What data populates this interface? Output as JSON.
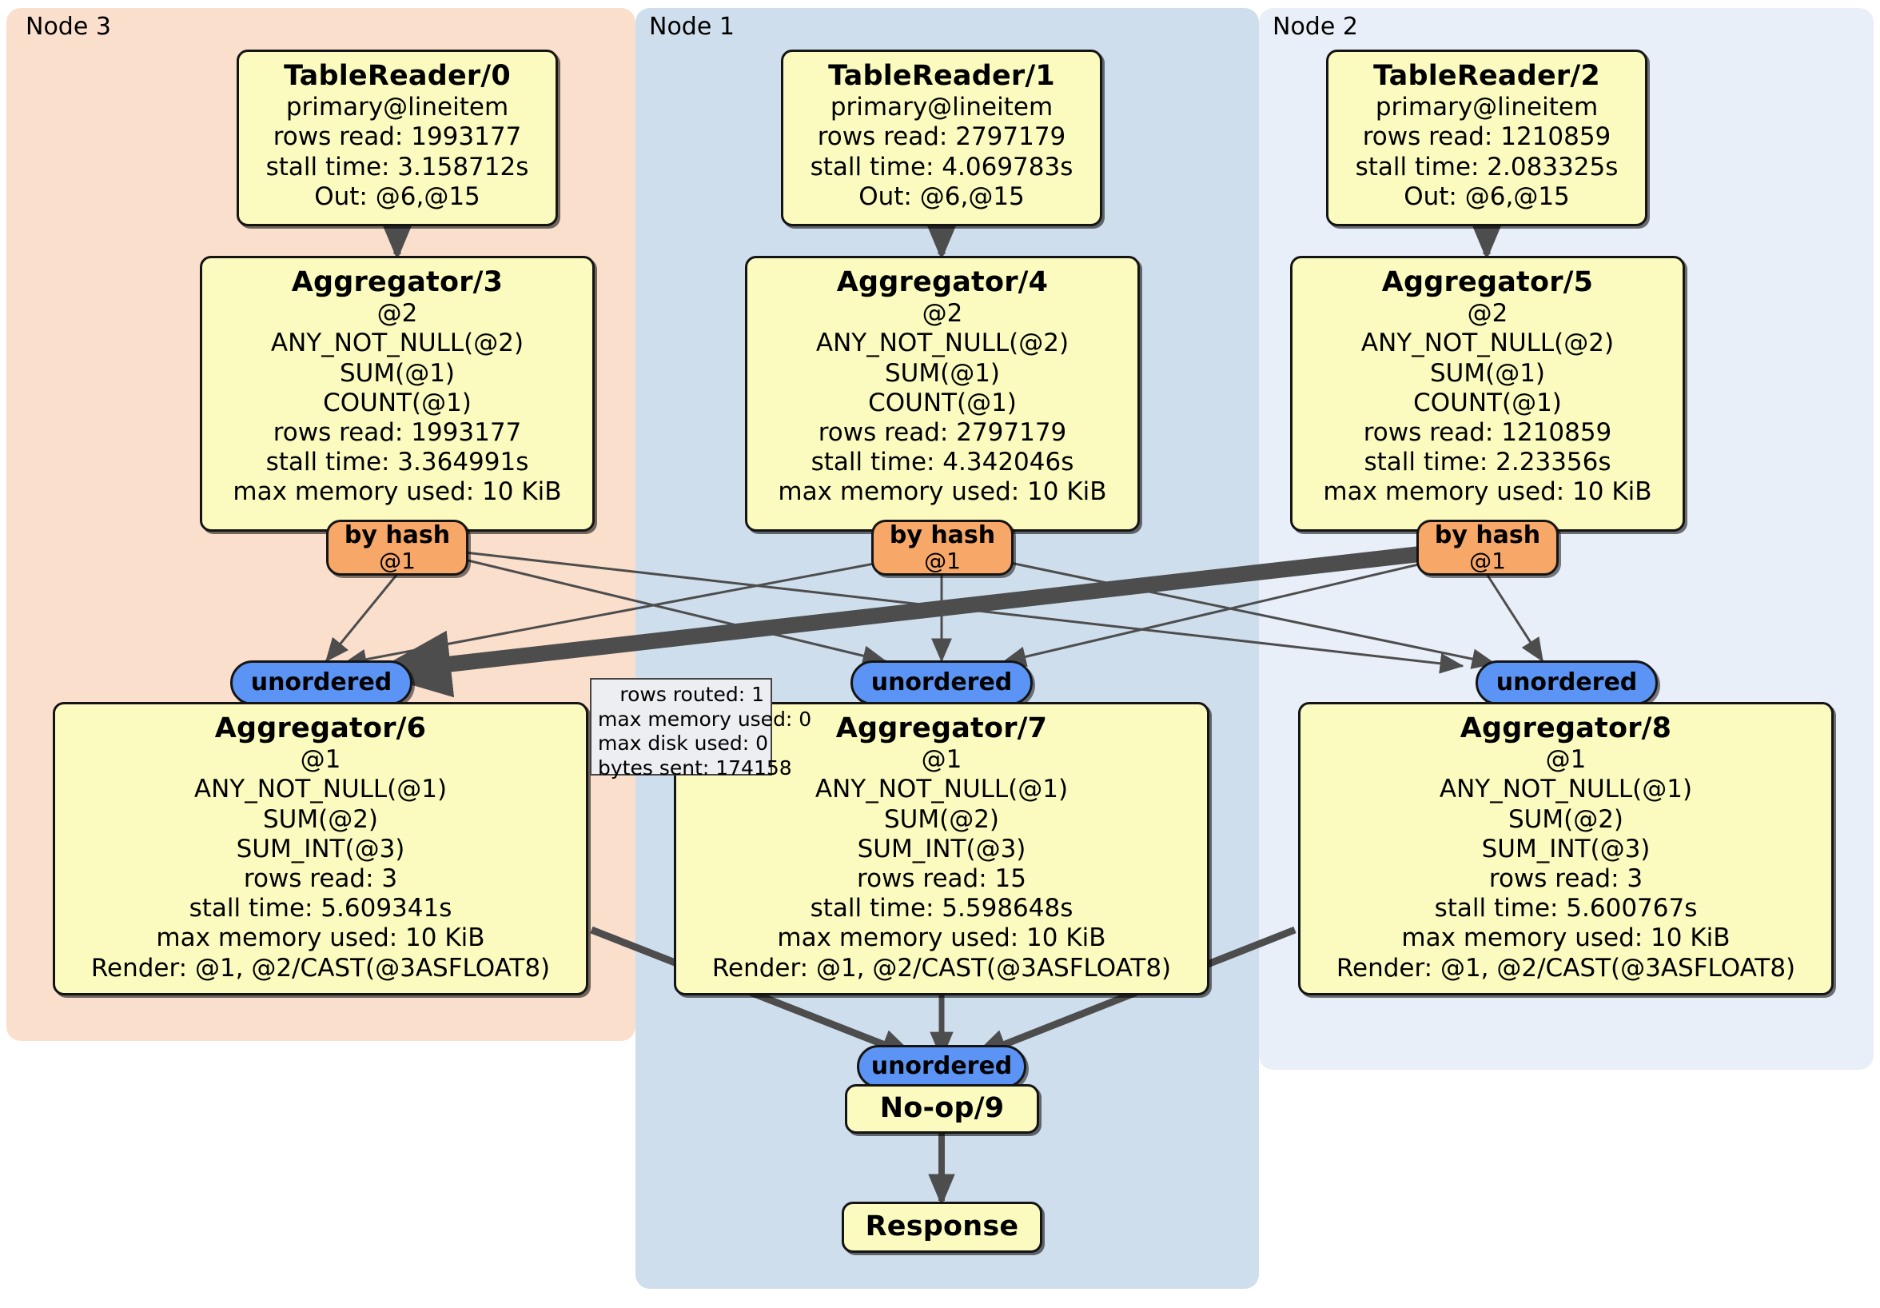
{
  "diagram": {
    "kind": "distributed-query-execution-plan",
    "clusters": [
      {
        "id": "node3",
        "label": "Node 3",
        "color": "#fbdfcd"
      },
      {
        "id": "node1",
        "label": "Node 1",
        "color": "#cfdeed"
      },
      {
        "id": "node2",
        "label": "Node 2",
        "color": "#e9eff9"
      }
    ]
  },
  "nodes": {
    "tablereader0": {
      "title": "TableReader/0",
      "lines": [
        "primary@lineitem",
        "rows read: 1993177",
        "stall time: 3.158712s",
        "Out: @6,@15"
      ]
    },
    "tablereader1": {
      "title": "TableReader/1",
      "lines": [
        "primary@lineitem",
        "rows read: 2797179",
        "stall time: 4.069783s",
        "Out: @6,@15"
      ]
    },
    "tablereader2": {
      "title": "TableReader/2",
      "lines": [
        "primary@lineitem",
        "rows read: 1210859",
        "stall time: 2.083325s",
        "Out: @6,@15"
      ]
    },
    "aggregator3": {
      "title": "Aggregator/3",
      "lines": [
        "@2",
        "ANY_NOT_NULL(@2)",
        "SUM(@1)",
        "COUNT(@1)",
        "rows read: 1993177",
        "stall time: 3.364991s",
        "max memory used: 10 KiB"
      ]
    },
    "aggregator4": {
      "title": "Aggregator/4",
      "lines": [
        "@2",
        "ANY_NOT_NULL(@2)",
        "SUM(@1)",
        "COUNT(@1)",
        "rows read: 2797179",
        "stall time: 4.342046s",
        "max memory used: 10 KiB"
      ]
    },
    "aggregator5": {
      "title": "Aggregator/5",
      "lines": [
        "@2",
        "ANY_NOT_NULL(@2)",
        "SUM(@1)",
        "COUNT(@1)",
        "rows read: 1210859",
        "stall time: 2.23356s",
        "max memory used: 10 KiB"
      ]
    },
    "aggregator6": {
      "title": "Aggregator/6",
      "lines": [
        "@1",
        "ANY_NOT_NULL(@1)",
        "SUM(@2)",
        "SUM_INT(@3)",
        "rows read: 3",
        "stall time: 5.609341s",
        "max memory used: 10 KiB",
        "Render: @1, @2/CAST(@3ASFLOAT8)"
      ]
    },
    "aggregator7": {
      "title": "Aggregator/7",
      "lines": [
        "@1",
        "ANY_NOT_NULL(@1)",
        "SUM(@2)",
        "SUM_INT(@3)",
        "rows read: 15",
        "stall time: 5.598648s",
        "max memory used: 10 KiB",
        "Render: @1, @2/CAST(@3ASFLOAT8)"
      ]
    },
    "aggregator8": {
      "title": "Aggregator/8",
      "lines": [
        "@1",
        "ANY_NOT_NULL(@1)",
        "SUM(@2)",
        "SUM_INT(@3)",
        "rows read: 3",
        "stall time: 5.600767s",
        "max memory used: 10 KiB",
        "Render: @1, @2/CAST(@3ASFLOAT8)"
      ]
    },
    "noop9": {
      "title": "No-op/9",
      "lines": []
    },
    "response": {
      "title": "Response",
      "lines": []
    }
  },
  "routers": {
    "byhash_left": {
      "label": "by hash",
      "column": "@1"
    },
    "byhash_mid": {
      "label": "by hash",
      "column": "@1"
    },
    "byhash_right": {
      "label": "by hash",
      "column": "@1"
    },
    "unordered_left": {
      "label": "unordered"
    },
    "unordered_mid": {
      "label": "unordered"
    },
    "unordered_right": {
      "label": "unordered"
    },
    "unordered_final": {
      "label": "unordered"
    }
  },
  "stream_stats": {
    "lines": [
      "rows routed: 1",
      "max memory used: 0",
      "max disk used: 0",
      "bytes sent: 174158"
    ]
  },
  "colors": {
    "node3_bg": "#fbdfcd",
    "node1_bg": "#cfdeed",
    "node2_bg": "#e9eff9",
    "op_fill": "#fbfbbf",
    "hash_fill": "#f7a767",
    "ordered_fill": "#5b94f5",
    "stat_fill": "#eceef2",
    "edge": "#4d4d4d",
    "border": "#141414"
  }
}
